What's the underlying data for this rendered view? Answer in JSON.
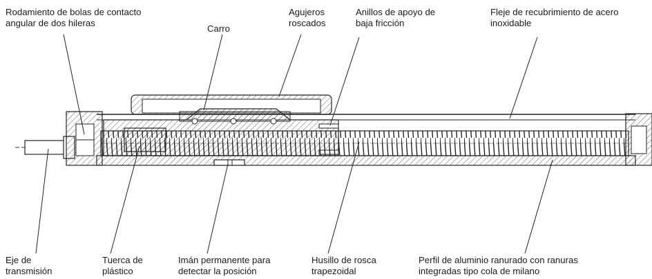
{
  "labels": {
    "bearing": "Rodamiento de bolas de contacto\nangular de dos hileras",
    "carriage": "Carro",
    "threaded_holes": "Agujeros\nroscados",
    "support_rings": "Anillos de apoyo de\nbaja fricción",
    "cover_strip": "Fleje de recubrimiento de acero\ninoxidable",
    "drive_shaft": "Eje de\ntransmisión",
    "plastic_nut": "Tuerca de\nplástico",
    "magnet": "Imán permanente para\ndetectar la posición",
    "spindle": "Husillo de rosca\ntrapezoidal",
    "profile": "Perfil de aluminio ranurado con ranuras\nintegradas tipo cola de milano"
  }
}
